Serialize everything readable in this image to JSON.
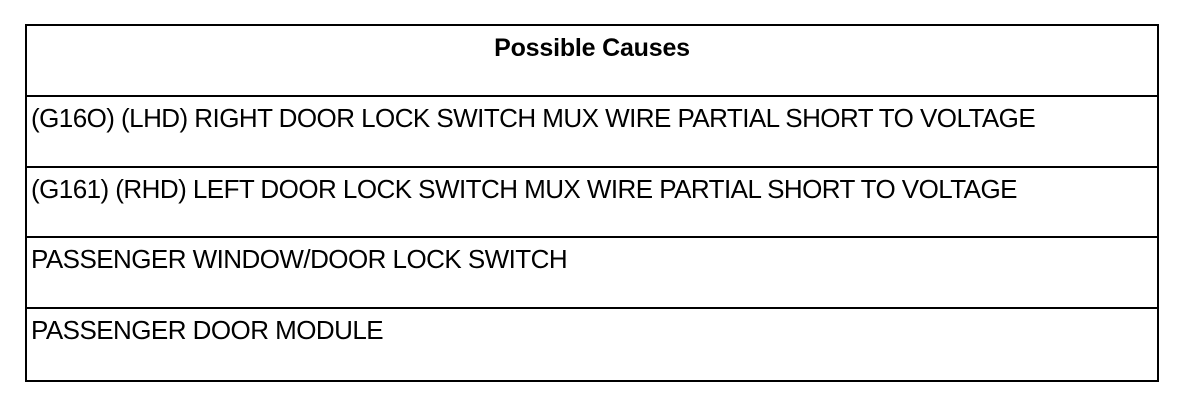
{
  "table": {
    "header": "Possible Causes",
    "rows": [
      "(G16O) (LHD) RIGHT DOOR LOCK SWITCH MUX WIRE PARTIAL SHORT TO VOLTAGE",
      "(G161) (RHD) LEFT DOOR LOCK SWITCH MUX WIRE PARTIAL SHORT TO VOLTAGE",
      "PASSENGER WINDOW/DOOR LOCK SWITCH",
      "PASSENGER DOOR MODULE"
    ]
  },
  "colors": {
    "border": "#000000",
    "text": "#000000",
    "background": "#ffffff"
  }
}
